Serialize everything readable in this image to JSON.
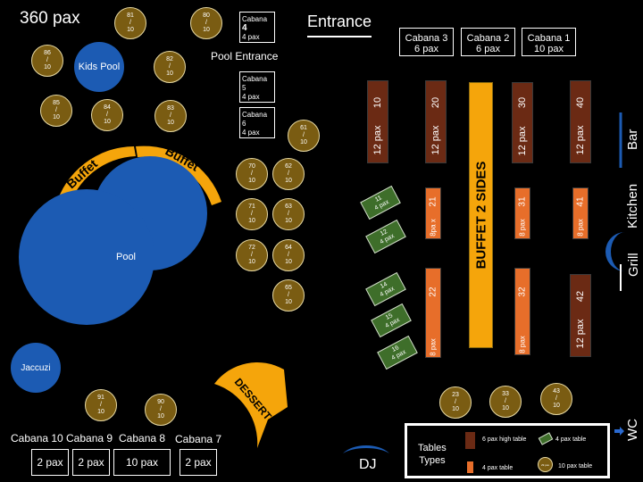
{
  "header": {
    "total": "360 pax",
    "entrance": "Entrance",
    "pool_entrance": "Pool Entrance"
  },
  "cabanas_small": [
    {
      "id": "c4",
      "name": "Cabana",
      "num": "4",
      "pax": "4 pax"
    },
    {
      "id": "c5",
      "name": "Cabana 5",
      "pax": "4 pax"
    },
    {
      "id": "c6",
      "name": "Cabana 6",
      "pax": "4 pax"
    }
  ],
  "cabanas_top": [
    {
      "id": "c3",
      "name": "Cabana 3",
      "pax": "6 pax"
    },
    {
      "id": "c2",
      "name": "Cabana 2",
      "pax": "6 pax"
    },
    {
      "id": "c1",
      "name": "Cabana 1",
      "pax": "10 pax"
    }
  ],
  "cabanas_bottom": [
    {
      "id": "c10",
      "name": "Cabana 10",
      "pax": "2 pax"
    },
    {
      "id": "c9",
      "name": "Cabana 9",
      "pax": "2 pax"
    },
    {
      "id": "c8",
      "name": "Cabana 8",
      "pax": "10 pax"
    },
    {
      "id": "c7",
      "name": "Cabana 7",
      "pax": "2 pax"
    }
  ],
  "round_tables": [
    {
      "n": "81",
      "cap": "10"
    },
    {
      "n": "80",
      "cap": "10"
    },
    {
      "n": "86",
      "cap": "10"
    },
    {
      "n": "82",
      "cap": "10"
    },
    {
      "n": "85",
      "cap": "10"
    },
    {
      "n": "84",
      "cap": "10"
    },
    {
      "n": "83",
      "cap": "10"
    },
    {
      "n": "61",
      "cap": "10"
    },
    {
      "n": "70",
      "cap": "10"
    },
    {
      "n": "62",
      "cap": "10"
    },
    {
      "n": "71",
      "cap": "10"
    },
    {
      "n": "63",
      "cap": "10"
    },
    {
      "n": "72",
      "cap": "10"
    },
    {
      "n": "64",
      "cap": "10"
    },
    {
      "n": "65",
      "cap": "10"
    },
    {
      "n": "91",
      "cap": "10"
    },
    {
      "n": "90",
      "cap": "10"
    },
    {
      "n": "23",
      "cap": "10"
    },
    {
      "n": "33",
      "cap": "10"
    },
    {
      "n": "43",
      "cap": "10"
    }
  ],
  "pools": {
    "kids": "Kids Pool",
    "main": "Pool",
    "jacuzzi": "Jaccuzi"
  },
  "buffets": {
    "left": "Buffet",
    "right": "Buffet",
    "desserts": "DESSERTS",
    "main": "BUFFET 2 SIDES"
  },
  "high_tables": [
    {
      "n": "10",
      "cap": "12 pax"
    },
    {
      "n": "20",
      "cap": "12 pax"
    },
    {
      "n": "30",
      "cap": "12 pax"
    },
    {
      "n": "40",
      "cap": "12 pax"
    },
    {
      "n": "42",
      "cap": "12 pax"
    }
  ],
  "four_tables": [
    {
      "n": "21",
      "cap": "8pa x"
    },
    {
      "n": "31",
      "cap": "8 pax"
    },
    {
      "n": "41",
      "cap": "8 pax"
    },
    {
      "n": "22",
      "cap": "8 pax"
    },
    {
      "n": "32",
      "cap": "8 pax"
    }
  ],
  "green_tables": [
    {
      "n": "11",
      "cap": "4 pax"
    },
    {
      "n": "12",
      "cap": "4 pax"
    },
    {
      "n": "14",
      "cap": "4 pax"
    },
    {
      "n": "15",
      "cap": "4 pax"
    },
    {
      "n": "16",
      "cap": "4 pax"
    }
  ],
  "right_labels": {
    "bar": "Bar",
    "kitchen": "Kitchen",
    "grill": "Grill",
    "wc": "WC"
  },
  "dj": "DJ",
  "legend": {
    "title_line1": "Tables",
    "title_line2": "Types",
    "high": "6 pax high table",
    "green": "4 pax table",
    "four": "4 pax table",
    "round": "10 pax table",
    "round_icon": "29 pax"
  },
  "colors": {
    "pool": "#1c5bb3",
    "buffet": "#f5a50b",
    "high_table": "#6b2a14",
    "four_table": "#e76e2a",
    "green_table": "#3e6e2a",
    "round_table": "#7a5c12"
  }
}
